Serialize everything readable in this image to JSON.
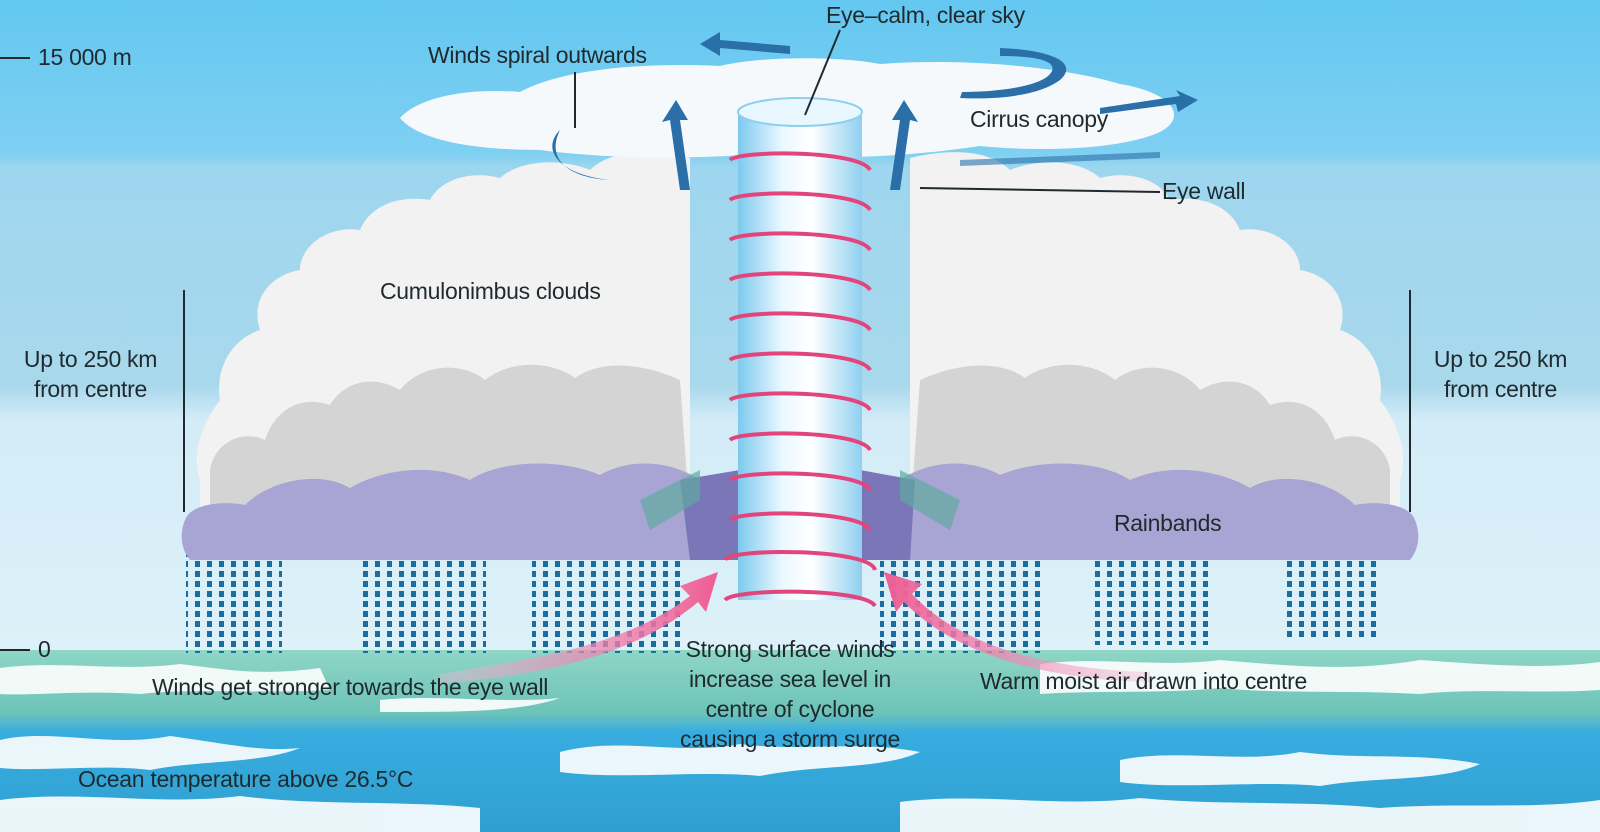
{
  "labels": {
    "altitude_top": "15 000 m",
    "altitude_bottom": "0",
    "eye": "Eye–calm, clear sky",
    "winds_spiral": "Winds spiral outwards",
    "cirrus": "Cirrus canopy",
    "eye_wall": "Eye wall",
    "cumulonimbus": "Cumulonimbus clouds",
    "range_left_1": "Up to 250 km",
    "range_left_2": "from centre",
    "range_right_1": "Up to 250 km",
    "range_right_2": "from centre",
    "rainbands": "Rainbands",
    "winds_stronger": "Winds get stronger towards the eye wall",
    "surge_1": "Strong surface winds",
    "surge_2": "increase sea level in",
    "surge_3": "centre of cyclone",
    "surge_4": "causing a storm surge",
    "warm_air": "Warm moist air drawn into centre",
    "ocean_temp": "Ocean temperature above 26.5°C"
  },
  "colors": {
    "sky_top": "#6fcbf0",
    "sky_mid": "#a9d9ef",
    "sky_low": "#d7eef8",
    "cloud_white": "#f4f4f4",
    "cloud_grey": "#c9c9c9",
    "cloud_purple": "#a7a4d2",
    "eye_column": "#bfe6fa",
    "spiral_pink": "#e5467f",
    "arrow_blue": "#2a6fa8",
    "sea": "#78cbbf",
    "ocean_blue": "#2aa7d6",
    "rain": "#1d6fa3"
  }
}
